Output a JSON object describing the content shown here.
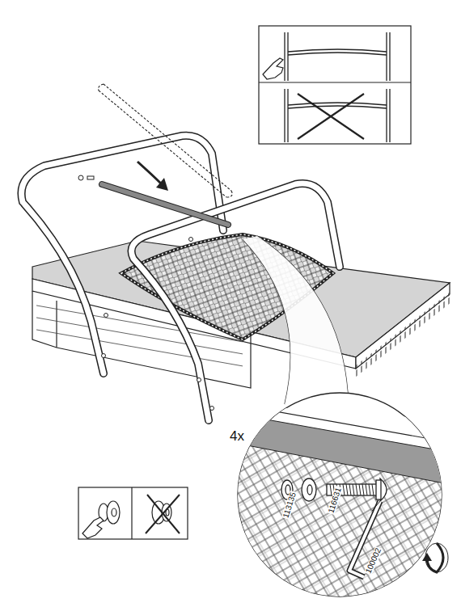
{
  "diagram": {
    "labels": [
      "4x",
      "113135",
      "116631",
      "100002"
    ]
  }
}
